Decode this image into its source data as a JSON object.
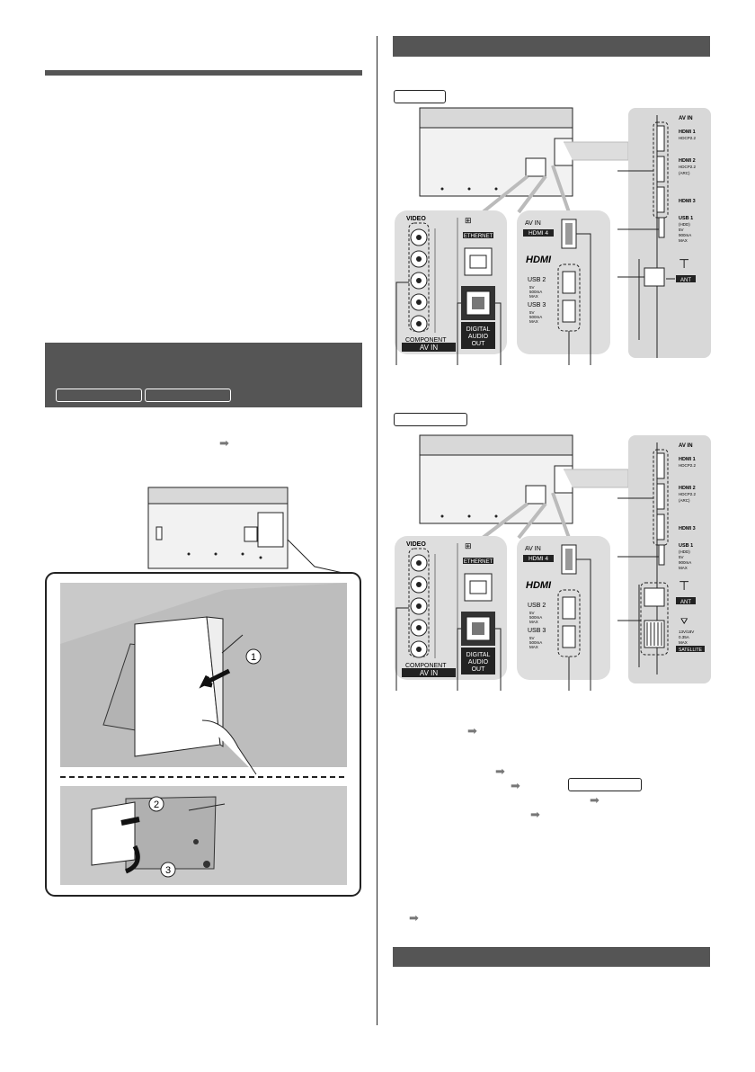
{
  "fig_left": {
    "circle_1": "1",
    "circle_2": "2",
    "circle_3": "3"
  },
  "panel": {
    "video": "VIDEO",
    "ethernet": "ETHERNET",
    "component": "COMPONENT",
    "av_in": "AV IN",
    "digital_audio_out": [
      "DIGITAL",
      "AUDIO",
      "OUT"
    ],
    "av_in_hdmi": "AV IN",
    "hdmi4": "HDMI 4",
    "usb2": "USB 2",
    "usb3": "USB 3",
    "usb_spec": [
      "5V",
      "500mA",
      "MAX"
    ]
  },
  "side": {
    "av_in": "AV IN",
    "hdmi1": [
      "HDMI 1",
      "HDCP2.2"
    ],
    "hdmi2": [
      "HDMI 2",
      "HDCP2.2",
      "(ARC)"
    ],
    "hdmi3": "HDMI 3",
    "usb1": [
      "USB 1",
      "(HDD)",
      "5V",
      "900mA",
      "MAX"
    ],
    "ant": "ANT",
    "satellite_spec": [
      "13V/18V",
      "0.35A",
      "MAX"
    ],
    "satellite": "SATELLITE"
  },
  "colors": {
    "band": "#555555",
    "ref_arrow": "#777777"
  }
}
